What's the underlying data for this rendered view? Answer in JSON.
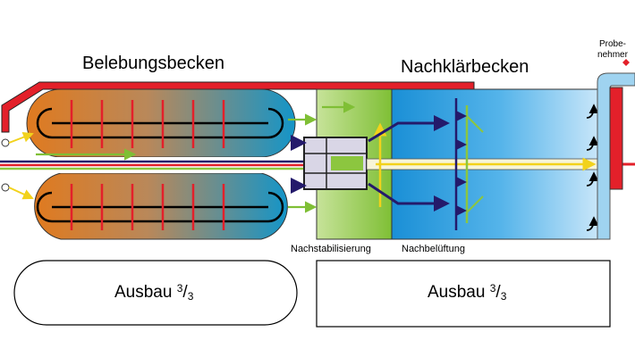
{
  "labels": {
    "belebungsbecken": "Belebungsbecken",
    "nachklaerbecken": "Nachklärbecken",
    "probenehmer_line1": "Probe-",
    "probenehmer_line2": "nehmer",
    "nachstabilisierung": "Nachstabilisierung",
    "nachbelueftung": "Nachbelüftung"
  },
  "ausbau_left": {
    "text": "Ausbau ",
    "sup": "3",
    "slash": "/",
    "sub": "3"
  },
  "ausbau_right": {
    "text": "Ausbau ",
    "sup": "3",
    "slash": "/",
    "sub": "3"
  },
  "colors": {
    "belebung_start": "#e07a1f",
    "belebung_end": "#1495c8",
    "nachstabilisierung": "#8cc63f",
    "nachklaer_start": "#1a8fd6",
    "nachklaer_end": "#d6ecfb",
    "pipe_red": "#e3202a",
    "arrow_navy": "#241a6b",
    "arrow_green": "#8cc63f",
    "arrow_yellow": "#f2d21b",
    "black": "#000000"
  }
}
